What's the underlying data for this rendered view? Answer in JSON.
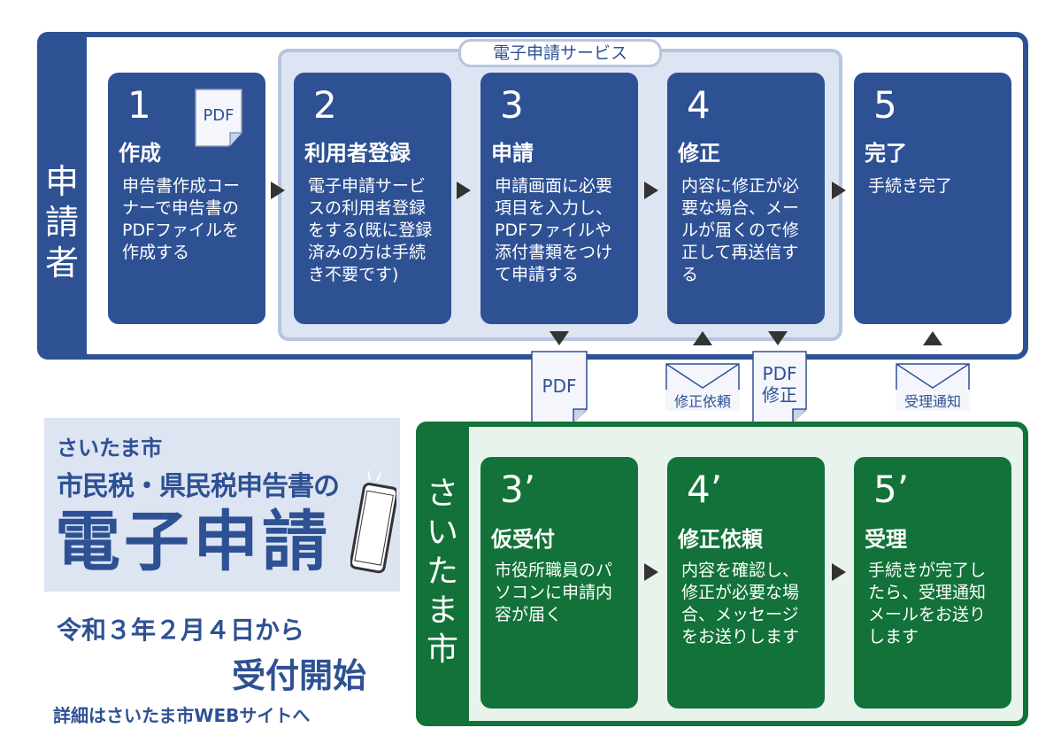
{
  "applicant": {
    "side_label": [
      "申",
      "請",
      "者"
    ],
    "service_label": "電子申請サービス",
    "steps": [
      {
        "num": "1",
        "title": "作成",
        "body": "申告書作成コーナーで申告書のPDFファイルを作成する"
      },
      {
        "num": "2",
        "title": "利用者登録",
        "body": "電子申請サービスの利用者登録をする(既に登録済みの方は手続き不要です)"
      },
      {
        "num": "3",
        "title": "申請",
        "body": "申請画面に必要項目を入力し、PDFファイルや添付書類をつけて申請する"
      },
      {
        "num": "4",
        "title": "修正",
        "body": "内容に修正が必要な場合、メールが届くので修正して再送信する"
      },
      {
        "num": "5",
        "title": "完了",
        "body": "手続き完了"
      }
    ],
    "pdf_icon_label": "PDF"
  },
  "exchange": {
    "pdf_doc": "PDF",
    "correction_request": "修正依頼",
    "pdf_correction_line1": "PDF",
    "pdf_correction_line2": "修正",
    "receipt_notice": "受理通知"
  },
  "city": {
    "side_label": [
      "さ",
      "い",
      "た",
      "ま",
      "市"
    ],
    "steps": [
      {
        "num": "3’",
        "title": "仮受付",
        "body": "市役所職員のパソコンに申請内容が届く"
      },
      {
        "num": "4’",
        "title": "修正依頼",
        "body": "内容を確認し、修正が必要な場合、メッセージをお送りします"
      },
      {
        "num": "5’",
        "title": "受理",
        "body": "手続きが完了したら、受理通知メールをお送りします"
      }
    ]
  },
  "promo": {
    "city": "さいたま市",
    "subtitle": "市民税・県民税申告書の",
    "headline": "電子申請",
    "date": "令和３年２月４日から",
    "start": "受付開始",
    "web": "詳細はさいたま市WEBサイトへ"
  },
  "colors": {
    "applicant": "#2e5194",
    "city": "#127239",
    "light_blue": "#dde4f2"
  }
}
